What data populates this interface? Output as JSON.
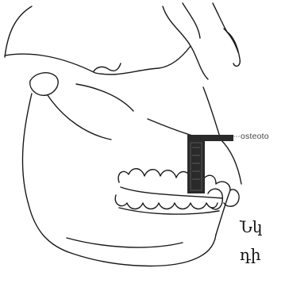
{
  "figure": {
    "label_osteotomy": "osteoto",
    "caption": [
      "Նկ",
      "դի"
    ]
  }
}
